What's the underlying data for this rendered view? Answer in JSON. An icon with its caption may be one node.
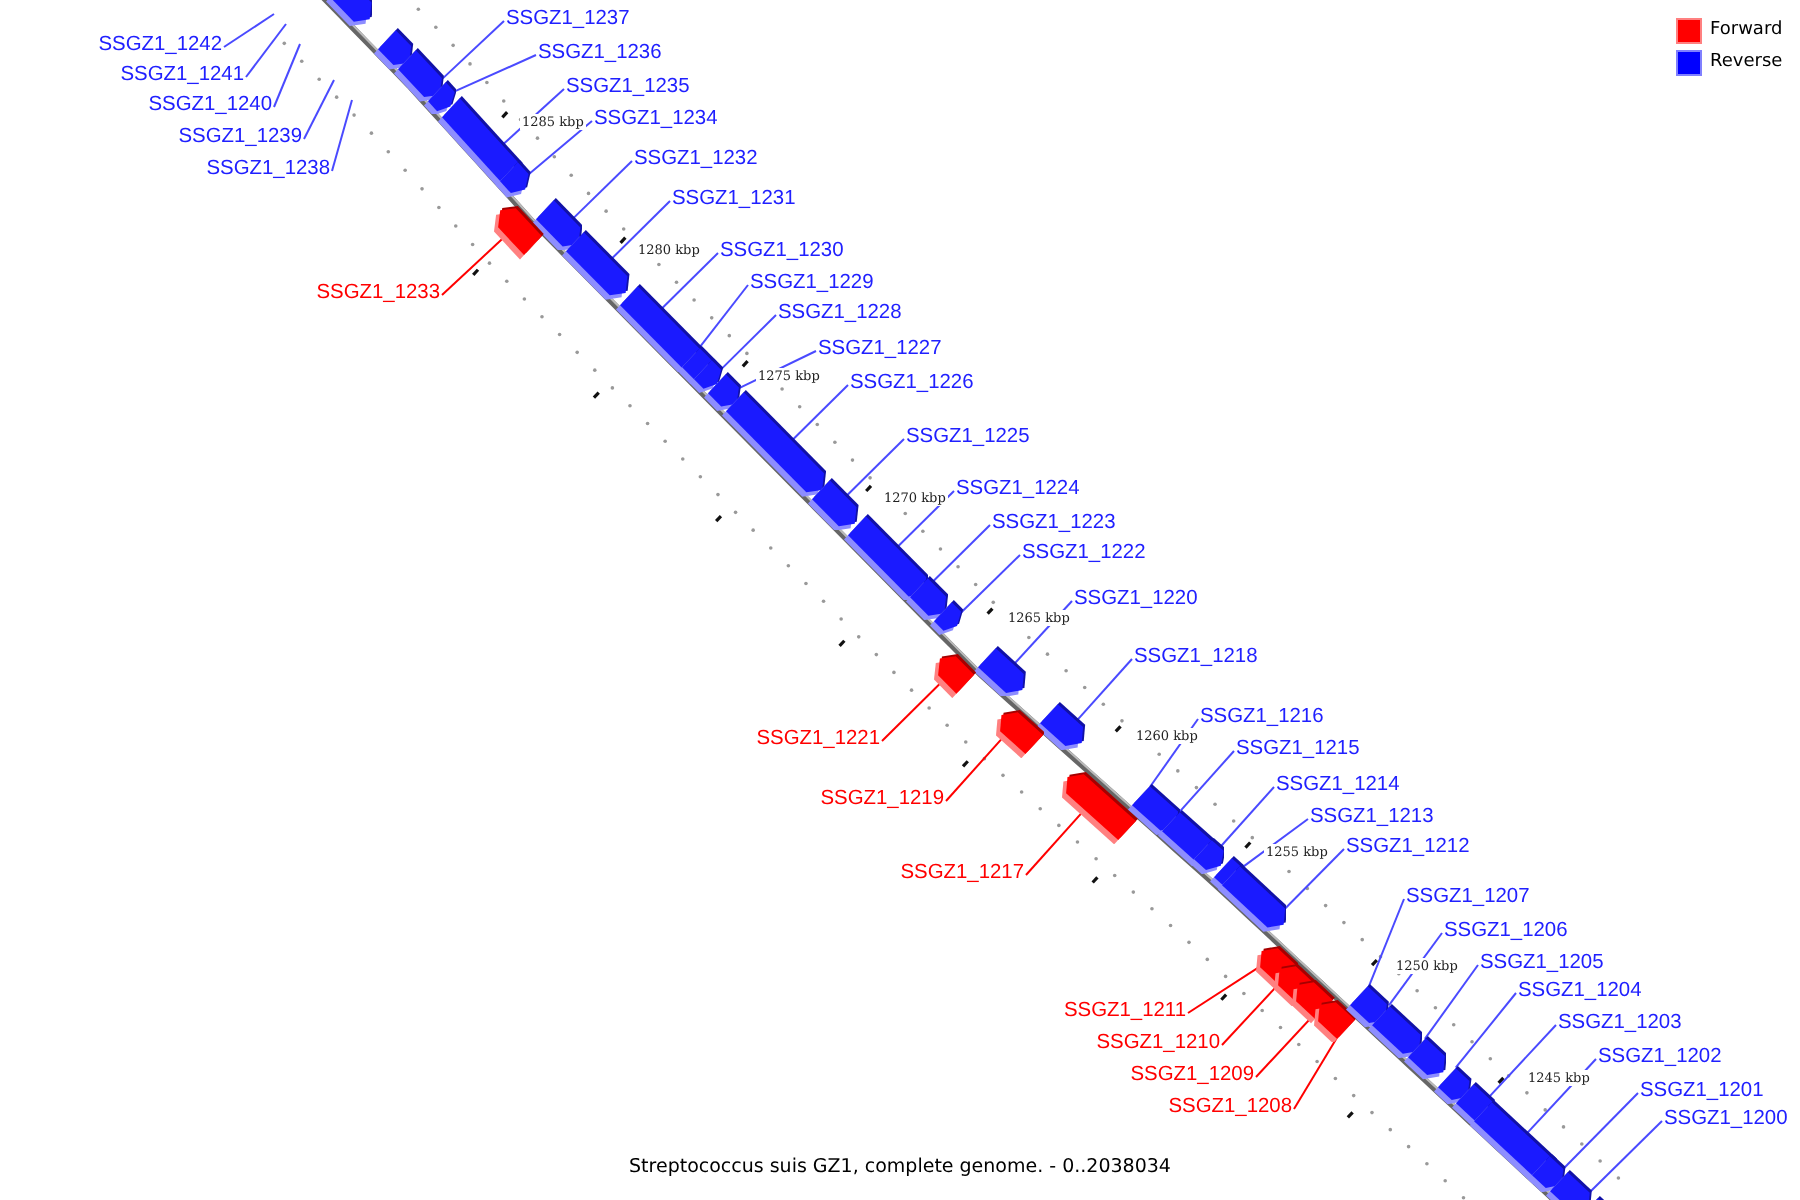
{
  "diagram": {
    "caption": "Streptococcus suis GZ1, complete genome. - 0..2038034",
    "nodes": [
      {
        "text": [
          "SSGZ1_1242"
        ]
      },
      {
        "text": [
          "SSGZ1_1241"
        ]
      },
      {
        "text": [
          "SSGZ1_1240"
        ]
      },
      {
        "text": [
          "SSGZ1_1239"
        ]
      },
      {
        "text": [
          "SSGZ1_1238"
        ]
      },
      {
        "text": [],
        "shape": "bar"
      },
      {
        "text": [],
        "shape": "bar"
      },
      {
        "text": [
          "SSGZ1_1237"
        ]
      },
      {
        "text": [],
        "shape": "bar"
      },
      {
        "text": [
          "SSGZ1_1236"
        ]
      },
      {
        "text": [],
        "shape": "bar"
      },
      {
        "text": [
          "SSGZ1_1235"
        ]
      },
      {
        "text": [],
        "shape": "bar"
      },
      {
        "text": [
          "SSGZ1_1234"
        ]
      },
      {
        "text": [],
        "shape": "bar"
      },
      {
        "text": [
          "SSGZ1_1232"
        ]
      },
      {
        "text": [],
        "shape": "bar"
      },
      {
        "text": [
          "SSGZ1_1233"
        ]
      },
      {
        "text": [],
        "shape": "bar"
      },
      {
        "text": [
          "SSGZ1_1231"
        ]
      },
      {
        "text": [],
        "shape": "bar"
      },
      {
        "text": [
          "SSGZ1_1230"
        ]
      },
      {
        "text": [],
        "shape": "bar"
      },
      {
        "text": [
          "SSGZ1_1229"
        ]
      },
      {
        "text": [],
        "shape": "bar"
      },
      {
        "text": [
          "SSGZ1_1228"
        ]
      },
      {
        "text": [],
        "shape": "bar"
      },
      {
        "text": [
          "SSGZ1_1227"
        ]
      },
      {
        "text": [],
        "shape": "bar"
      },
      {
        "text": [
          "SSGZ1_1226"
        ]
      },
      {
        "text": [],
        "shape": "bar"
      },
      {
        "text": [
          "SSGZ1_1225"
        ]
      },
      {
        "text": [],
        "shape": "bar"
      },
      {
        "text": [
          "SSGZ1_1224"
        ]
      },
      {
        "text": [],
        "shape": "bar"
      },
      {
        "text": [
          "SSGZ1_1223"
        ]
      },
      {
        "text": [],
        "shape": "bar"
      },
      {
        "text": [
          "SSGZ1_1222"
        ]
      },
      {
        "text": [],
        "shape": "bar"
      },
      {
        "text": [
          "SSGZ1_1220"
        ]
      },
      {
        "text": [],
        "shape": "bar"
      },
      {
        "text": [
          "SSGZ1_1221"
        ]
      },
      {
        "text": [],
        "shape": "bar"
      },
      {
        "text": [
          "SSGZ1_1218"
        ]
      },
      {
        "text": [],
        "shape": "bar"
      },
      {
        "text": [
          "SSGZ1_1219"
        ]
      },
      {
        "text": [],
        "shape": "bar"
      },
      {
        "text": [
          "SSGZ1_1217"
        ]
      },
      {
        "text": [],
        "shape": "bar"
      },
      {
        "text": [
          "SSGZ1_1216"
        ]
      },
      {
        "text": [],
        "shape": "bar"
      },
      {
        "text": [
          "SSGZ1_1215"
        ]
      },
      {
        "text": [],
        "shape": "bar"
      },
      {
        "text": [
          "SSGZ1_1214"
        ]
      },
      {
        "text": [],
        "shape": "bar"
      },
      {
        "text": [
          "SSGZ1_1213"
        ]
      },
      {
        "text": [],
        "shape": "bar"
      },
      {
        "text": [
          "SSGZ1_1212"
        ]
      },
      {
        "text": [],
        "shape": "bar"
      },
      {
        "text": [
          "SSGZ1_1211"
        ]
      },
      {
        "text": [],
        "shape": "bar"
      },
      {
        "text": [
          "SSGZ1_1210"
        ]
      },
      {
        "text": [],
        "shape": "bar"
      },
      {
        "text": [
          "SSGZ1_1209"
        ]
      },
      {
        "text": [],
        "shape": "bar"
      },
      {
        "text": [
          "SSGZ1_1208"
        ]
      },
      {
        "text": [],
        "shape": "bar"
      },
      {
        "text": [
          "SSGZ1_1207"
        ]
      },
      {
        "text": [],
        "shape": "bar"
      },
      {
        "text": [
          "SSGZ1_1206"
        ]
      },
      {
        "text": [],
        "shape": "bar"
      },
      {
        "text": [
          "SSGZ1_1205"
        ]
      },
      {
        "text": [],
        "shape": "bar"
      },
      {
        "text": [
          "SSGZ1_1204"
        ]
      },
      {
        "text": [],
        "shape": "bar"
      },
      {
        "text": [
          "SSGZ1_1203"
        ]
      },
      {
        "text": [],
        "shape": "bar"
      },
      {
        "text": [
          "SSGZ1_1202"
        ]
      },
      {
        "text": [],
        "shape": "bar"
      },
      {
        "text": [
          "SSGZ1_1201"
        ]
      },
      {
        "text": [],
        "shape": "bar"
      },
      {
        "text": [
          "SSGZ1_1200"
        ]
      },
      {
        "text": [],
        "shape": "bar"
      },
      {
        "text": [],
        "shape": "bar"
      }
    ],
    "edges": [
      {
        "from": 0,
        "to": null,
        "arrow": "none"
      },
      {
        "from": 1,
        "to": null,
        "arrow": "none"
      },
      {
        "from": 2,
        "to": null,
        "arrow": "none"
      },
      {
        "from": 3,
        "to": null,
        "arrow": "none"
      },
      {
        "from": 4,
        "to": null,
        "arrow": "none"
      },
      {
        "from": 7,
        "to": 8,
        "arrow": "none"
      },
      {
        "from": 9,
        "to": 10,
        "arrow": "none"
      },
      {
        "from": 11,
        "to": 12,
        "arrow": "none"
      },
      {
        "from": 13,
        "to": 14,
        "arrow": "none"
      },
      {
        "from": 15,
        "to": 16,
        "arrow": "none"
      },
      {
        "from": 17,
        "to": 18,
        "arrow": "none",
        "color": "#ff0000"
      },
      {
        "from": 19,
        "to": 20,
        "arrow": "none"
      },
      {
        "from": 21,
        "to": 22,
        "arrow": "none"
      },
      {
        "from": 23,
        "to": 24,
        "arrow": "none"
      },
      {
        "from": 25,
        "to": 26,
        "arrow": "none"
      },
      {
        "from": 27,
        "to": 28,
        "arrow": "none"
      },
      {
        "from": 29,
        "to": 30,
        "arrow": "none"
      },
      {
        "from": 31,
        "to": 32,
        "arrow": "none"
      },
      {
        "from": 33,
        "to": 34,
        "arrow": "none"
      },
      {
        "from": 35,
        "to": 36,
        "arrow": "none"
      },
      {
        "from": 37,
        "to": 38,
        "arrow": "none"
      },
      {
        "from": 39,
        "to": 40,
        "arrow": "none"
      },
      {
        "from": 41,
        "to": 42,
        "arrow": "none",
        "color": "#ff0000"
      },
      {
        "from": 43,
        "to": 44,
        "arrow": "none"
      },
      {
        "from": 45,
        "to": 46,
        "arrow": "none",
        "color": "#ff0000"
      },
      {
        "from": 47,
        "to": 48,
        "arrow": "none",
        "color": "#ff0000"
      },
      {
        "from": 49,
        "to": 50,
        "arrow": "none"
      },
      {
        "from": 51,
        "to": 52,
        "arrow": "none"
      },
      {
        "from": 53,
        "to": 54,
        "arrow": "none"
      },
      {
        "from": 55,
        "to": 56,
        "arrow": "none"
      },
      {
        "from": 57,
        "to": 58,
        "arrow": "none"
      },
      {
        "from": 59,
        "to": 60,
        "arrow": "none",
        "color": "#ff0000"
      },
      {
        "from": 61,
        "to": 62,
        "arrow": "none",
        "color": "#ff0000"
      },
      {
        "from": 63,
        "to": 64,
        "arrow": "none",
        "color": "#ff0000"
      },
      {
        "from": 65,
        "to": 66,
        "arrow": "none",
        "color": "#ff0000"
      },
      {
        "from": 67,
        "to": 68,
        "arrow": "none"
      },
      {
        "from": 69,
        "to": 70,
        "arrow": "none"
      },
      {
        "from": 71,
        "to": 72,
        "arrow": "none"
      },
      {
        "from": 73,
        "to": 74,
        "arrow": "none"
      },
      {
        "from": 75,
        "to": 76,
        "arrow": "none"
      },
      {
        "from": 77,
        "to": 78,
        "arrow": "none"
      },
      {
        "from": 79,
        "to": 80,
        "arrow": "none"
      },
      {
        "from": 81,
        "to": 82,
        "arrow": "none"
      }
    ],
    "labels": [
      "1285 kbp",
      "1280 kbp",
      "1275 kbp",
      "1270 kbp",
      "1265 kbp",
      "1260 kbp",
      "1255 kbp",
      "1250 kbp",
      "1245 kbp"
    ],
    "legend": [
      {
        "text": "Forward",
        "color": "#ff0000"
      },
      {
        "text": "Reverse",
        "color": "#0000ff"
      }
    ]
  }
}
